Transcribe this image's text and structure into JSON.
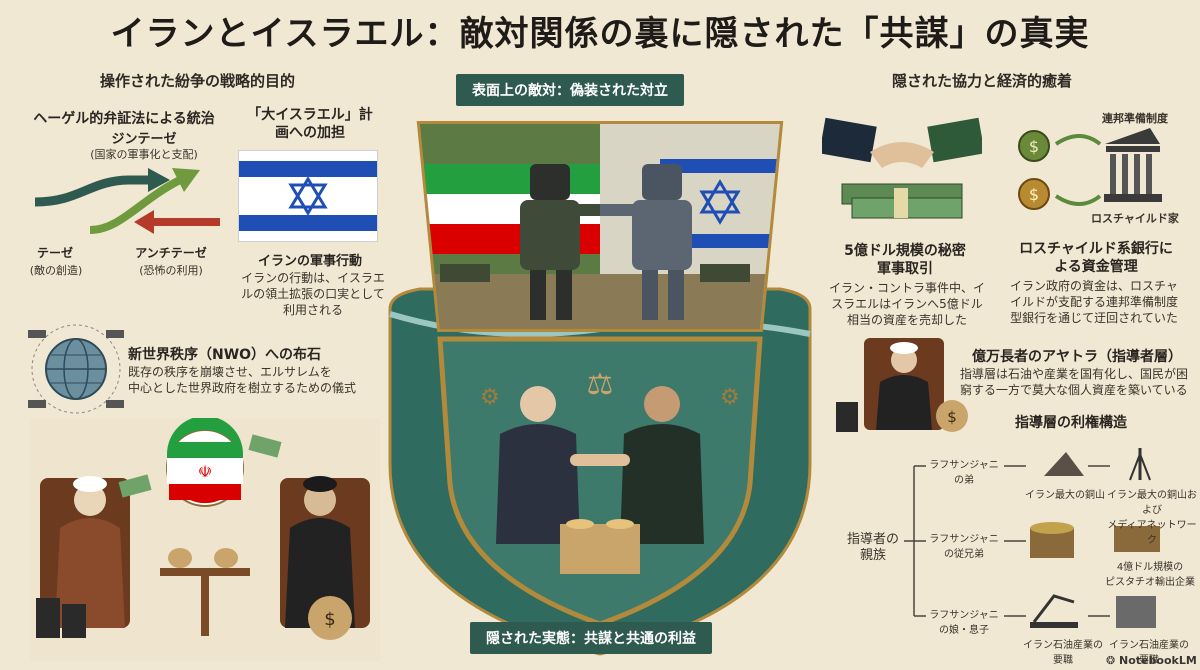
{
  "title": "イランとイスラエル：敵対関係の裏に隠された「共謀」の真実",
  "left": {
    "section_title": "操作された紛争の戦略的目的",
    "hegel": {
      "title": "ヘーゲル的弁証法による統治",
      "synthesis": "ジンテーゼ",
      "synthesis_note": "(国家の軍事化と支配)",
      "thesis": "テーゼ",
      "thesis_note": "(敵の創造)",
      "antithesis": "アンチテーゼ",
      "antithesis_note": "(恐怖の利用)"
    },
    "greater_israel": {
      "title_line1": "「大イスラエル」計",
      "title_line2": "画への加担",
      "subtitle": "イランの軍事行動",
      "desc_line1": "イランの行動は、イスラエ",
      "desc_line2": "ルの領土拡張の口実として",
      "desc_line3": "利用される"
    },
    "nwo": {
      "title": "新世界秩序（NWO）への布石",
      "desc_line1": "既存の秩序を崩壊させ、エルサレムを",
      "desc_line2": "中心とした世界政府を樹立するための儀式"
    }
  },
  "center": {
    "top_banner": "表面上の敵対：偽装された対立",
    "bottom_banner": "隠された実態：共謀と共通の利益"
  },
  "right": {
    "section_title": "隠された協力と経済的癒着",
    "arms": {
      "title_line1": "5億ドル規模の秘密",
      "title_line2": "軍事取引",
      "desc_line1": "イラン・コントラ事件中、イ",
      "desc_line2": "スラエルはイランへ5億ドル",
      "desc_line3": "相当の資産を売却した"
    },
    "rothschild": {
      "fed_label": "連邦準備制度",
      "family_label": "ロスチャイルド家",
      "title_line1": "ロスチャイルド系銀行に",
      "title_line2": "よる資金管理",
      "desc_line1": "イラン政府の資金は、ロスチャ",
      "desc_line2": "イルドが支配する連邦準備制度",
      "desc_line3": "型銀行を通じて迂回されていた"
    },
    "ayatollah": {
      "title": "億万長者のアヤトラ（指導者層）",
      "desc_line1": "指導層は石油や産業を国有化し、国民が困",
      "desc_line2": "窮する一方で莫大な個人資産を築いている"
    },
    "structure": {
      "title": "指導層の利権構造",
      "root_line1": "指導者の",
      "root_line2": "親族",
      "b1_line1": "ラフサンジャニ",
      "b1_line2": "の弟",
      "b1_item1": "イラン最大の銅山",
      "b1_item2_line1": "イラン最大の銅山および",
      "b1_item2_line2": "メディアネットワーク",
      "b2_line1": "ラフサンジャニ",
      "b2_line2": "の従兄弟",
      "b2_item_line1": "4億ドル規模の",
      "b2_item_line2": "ピスタチオ輸出企業",
      "b3_line1": "ラフサンジャニ",
      "b3_line2": "の娘・息子",
      "b3_item1_line1": "イラン石油産業の",
      "b3_item1_line2": "要職",
      "b3_item2_line1": "イラン石油産業の",
      "b3_item2_line2": "要職"
    }
  },
  "brand": "NotebookLM",
  "colors": {
    "background": "#f1e8d4",
    "banner": "#2f5a4f",
    "teal": "#2f6b5e",
    "iran_green": "#239f40",
    "iran_red": "#da0000",
    "israel_blue": "#1f4fb5",
    "shield_border": "#b38a3c"
  }
}
